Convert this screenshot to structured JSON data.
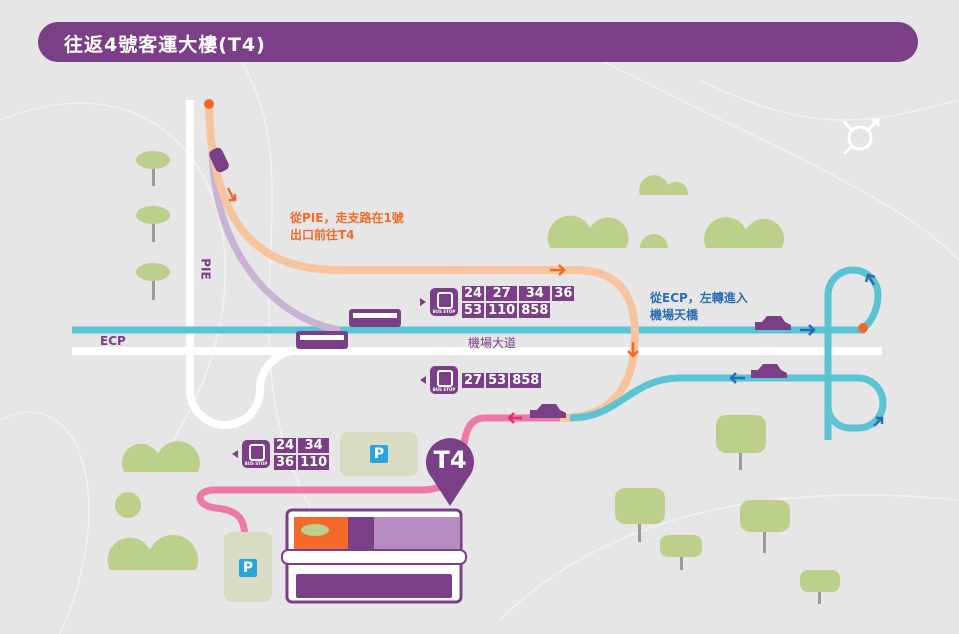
{
  "title": "往返4號客運大樓(T4)",
  "roads": {
    "pie": "PIE",
    "ecp": "ECP",
    "airport_blvd": "機場大道"
  },
  "directions": {
    "from_pie": [
      "從PIE，走支路在1號",
      "出口前往T4"
    ],
    "from_ecp": [
      "從ECP，左轉進入",
      "機場天橋"
    ]
  },
  "bus_stops": [
    {
      "label": "BUS STOP",
      "routes": [
        "24",
        "27",
        "34",
        "36",
        "53",
        "110",
        "858"
      ]
    },
    {
      "label": "BUS STOP",
      "routes": [
        "27",
        "53",
        "858"
      ]
    },
    {
      "label": "BUS STOP",
      "routes": [
        "24",
        "34",
        "36",
        "110"
      ]
    }
  ],
  "parking_label": "P",
  "terminal_marker": "T4",
  "colors": {
    "purple": "#7a3f86",
    "peach": "#f8c49e",
    "orange": "#f26a2a",
    "cyan": "#5bc3d3",
    "pink": "#ec79a8",
    "blue": "#2a6db5",
    "tree": "#bcd08c"
  }
}
